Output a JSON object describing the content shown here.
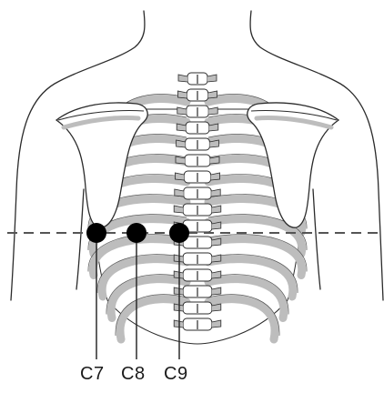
{
  "electrodes": [
    {
      "label": "C7"
    },
    {
      "label": "C8"
    },
    {
      "label": "C9"
    }
  ],
  "colors": {
    "outline": "#2b2b2b",
    "bone_fill": "#ffffff",
    "bone_shade": "#bdbdbd",
    "electrode": "#000000",
    "guide_line": "#555555"
  }
}
